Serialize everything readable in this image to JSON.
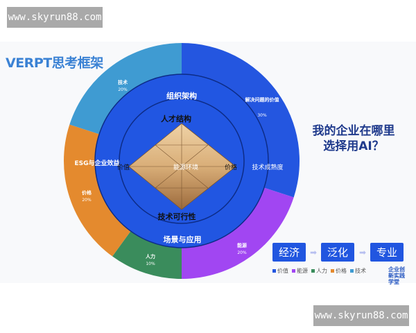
{
  "watermark": {
    "text": "www.skyrun88.com"
  },
  "title": "VERPT思考框架",
  "question": [
    "我的企业在哪里",
    "选择用AI？"
  ],
  "chart_data": {
    "type": "pie",
    "title": "",
    "slices": [
      {
        "label": "解决问题的价值",
        "value": 30,
        "display": "30%",
        "color": "#2456e0"
      },
      {
        "label": "能源",
        "value": 20,
        "display": "20%",
        "color": "#a146f2"
      },
      {
        "label": "人力",
        "value": 10,
        "display": "10%",
        "color": "#3a8c5c"
      },
      {
        "label": "价格",
        "value": 20,
        "display": "20%",
        "color": "#e48a2e"
      },
      {
        "label": "技术",
        "value": 20,
        "display": "20%",
        "color": "#3f9bd2"
      }
    ],
    "rings": {
      "middle": [
        "组织架构",
        "技术成熟度",
        "场景与应用",
        "ESG与企业效益"
      ],
      "inner": [
        "人才结构",
        "价格",
        "技术可行性",
        "价值"
      ],
      "center": "能源环境"
    },
    "legend": [
      "价值",
      "能源",
      "人力",
      "价格",
      "技术"
    ]
  },
  "steps": [
    "经济",
    "泛化",
    "专业"
  ],
  "logo": "企业创新实践学堂"
}
